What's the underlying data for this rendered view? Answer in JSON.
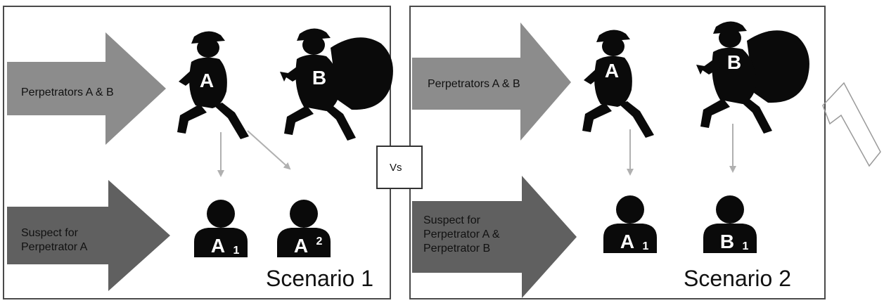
{
  "scenario1": {
    "title": "Scenario 1",
    "perpetrators_label": "Perpetrators A & B",
    "suspect_label": [
      "Suspect for",
      "Perpetrator A"
    ],
    "thieves": [
      "A",
      "B"
    ],
    "suspects": [
      {
        "letter": "A",
        "sub": "1"
      },
      {
        "letter": "A",
        "sub": "2"
      }
    ]
  },
  "scenario2": {
    "title": "Scenario 2",
    "perpetrators_label": "Perpetrators A & B",
    "suspect_label": [
      "Suspect for",
      "Perpetrator A &",
      "Perpetrator B"
    ],
    "thieves": [
      "A",
      "B"
    ],
    "suspects": [
      {
        "letter": "A",
        "sub": "1"
      },
      {
        "letter": "B",
        "sub": "1"
      }
    ]
  },
  "vs_label": "Vs",
  "colors": {
    "arrow_top": "#8c8c8c",
    "arrow_bottom": "#606060",
    "silhouette": "#0a0a0a",
    "connector": "#b0b0b0"
  }
}
